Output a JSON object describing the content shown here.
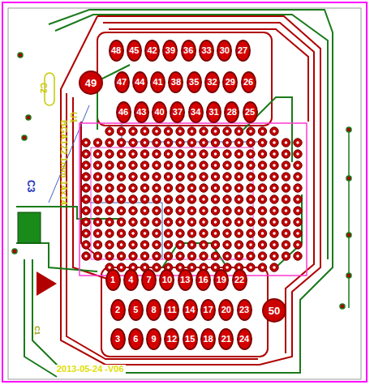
{
  "diagram": {
    "nodes": [
      {
        "text": [
          "48"
        ]
      },
      {
        "text": [
          "45"
        ]
      },
      {
        "text": [
          "42"
        ]
      },
      {
        "text": [
          "39"
        ]
      },
      {
        "text": [
          "36"
        ]
      },
      {
        "text": [
          "33"
        ]
      },
      {
        "text": [
          "30"
        ]
      },
      {
        "text": [
          "27"
        ]
      },
      {
        "text": [
          "49"
        ]
      },
      {
        "text": [
          "47"
        ]
      },
      {
        "text": [
          "44"
        ]
      },
      {
        "text": [
          "41"
        ]
      },
      {
        "text": [
          "38"
        ]
      },
      {
        "text": [
          "35"
        ]
      },
      {
        "text": [
          "32"
        ]
      },
      {
        "text": [
          "29"
        ]
      },
      {
        "text": [
          "26"
        ]
      },
      {
        "text": [
          "46"
        ]
      },
      {
        "text": [
          "43"
        ]
      },
      {
        "text": [
          "40"
        ]
      },
      {
        "text": [
          "37"
        ]
      },
      {
        "text": [
          "34"
        ]
      },
      {
        "text": [
          "31"
        ]
      },
      {
        "text": [
          "28"
        ]
      },
      {
        "text": [
          "25"
        ]
      },
      {
        "text": [
          "1"
        ]
      },
      {
        "text": [
          "4"
        ]
      },
      {
        "text": [
          "7"
        ]
      },
      {
        "text": [
          "10"
        ]
      },
      {
        "text": [
          "13"
        ]
      },
      {
        "text": [
          "16"
        ]
      },
      {
        "text": [
          "19"
        ]
      },
      {
        "text": [
          "22"
        ]
      },
      {
        "text": [
          "2"
        ]
      },
      {
        "text": [
          "5"
        ]
      },
      {
        "text": [
          "8"
        ]
      },
      {
        "text": [
          "11"
        ]
      },
      {
        "text": [
          "14"
        ]
      },
      {
        "text": [
          "17"
        ]
      },
      {
        "text": [
          "20"
        ]
      },
      {
        "text": [
          "23"
        ]
      },
      {
        "text": [
          "50"
        ]
      },
      {
        "text": [
          "3"
        ]
      },
      {
        "text": [
          "6"
        ]
      },
      {
        "text": [
          "9"
        ]
      },
      {
        "text": [
          "12"
        ]
      },
      {
        "text": [
          "15"
        ]
      },
      {
        "text": [
          "18"
        ]
      },
      {
        "text": [
          "21"
        ]
      },
      {
        "text": [
          "24"
        ]
      }
    ],
    "labels": [
      "U1",
      "BGA172 1mm 14x14",
      "C3",
      "C2",
      "C1",
      "2013-05-24 -V06"
    ]
  }
}
